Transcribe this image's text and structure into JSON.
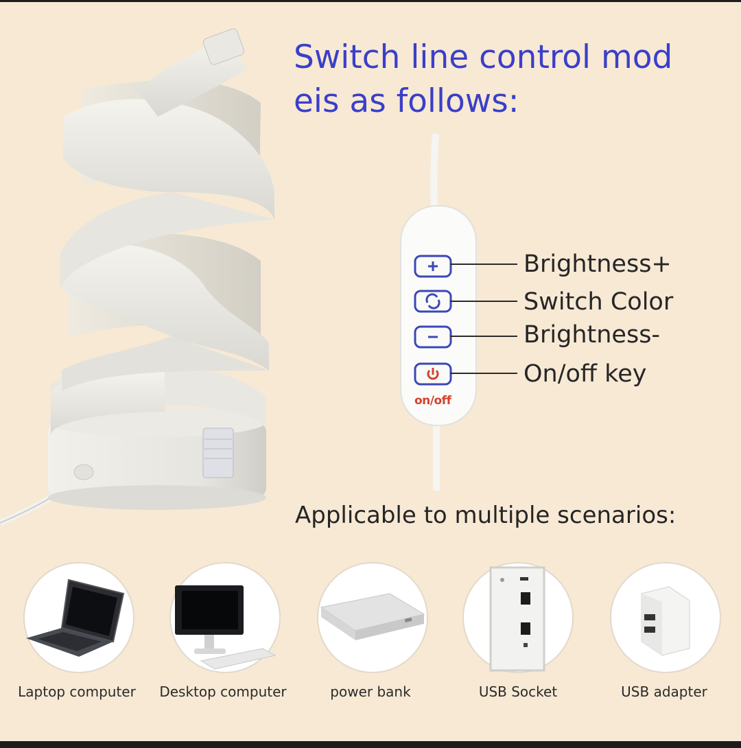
{
  "headline": {
    "line1": "Switch line control mod",
    "line2": "eis as follows:"
  },
  "controller": {
    "buttons": [
      {
        "icon": "plus-icon",
        "label": "Brightness+"
      },
      {
        "icon": "color-cycle-icon",
        "label": "Switch Color"
      },
      {
        "icon": "minus-icon",
        "label": "Brightness-"
      },
      {
        "icon": "power-icon",
        "label": "On/off key"
      }
    ],
    "onoff_text": "on/off"
  },
  "scenarios": {
    "title": "Applicable to multiple scenarios:",
    "items": [
      {
        "icon": "laptop-icon",
        "label": "Laptop computer"
      },
      {
        "icon": "desktop-computer-icon",
        "label": "Desktop computer"
      },
      {
        "icon": "power-bank-icon",
        "label": "power bank"
      },
      {
        "icon": "usb-socket-icon",
        "label": "USB Socket"
      },
      {
        "icon": "usb-adapter-icon",
        "label": "USB adapter"
      }
    ]
  },
  "colors": {
    "background": "#f7e9d4",
    "headline": "#3a3fc9",
    "button_outline": "#3b47b8",
    "power_red": "#d2432e",
    "text": "#262626"
  }
}
